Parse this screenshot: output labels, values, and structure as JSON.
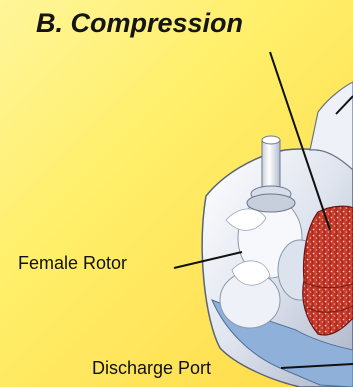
{
  "title": "B. Compression",
  "labels": {
    "female_rotor": "Female Rotor",
    "discharge_port": "Discharge Port"
  },
  "colors": {
    "background": "#ffef6a",
    "casing": "#cfd6e4",
    "rotor_white": "#f4f6fb",
    "male_rotor_red": "#c4302a",
    "leader_line": "#111111"
  }
}
